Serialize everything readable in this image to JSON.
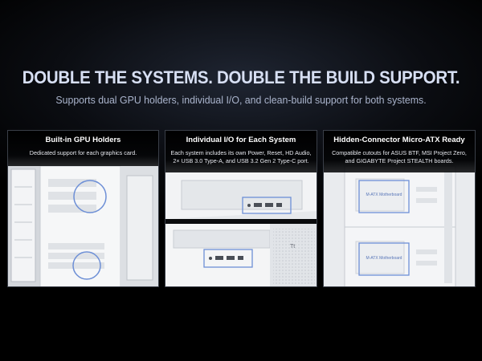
{
  "hero": {
    "headline": "DOUBLE THE SYSTEMS. DOUBLE THE BUILD SUPPORT.",
    "subline": "Supports dual GPU holders, individual I/O, and clean-build support for both systems."
  },
  "panels": [
    {
      "title": "Built-in GPU Holders",
      "text": "Dedicated support for each graphics card."
    },
    {
      "title": "Individual I/O for Each System",
      "text": "Each system includes its own Power, Reset, HD Audio, 2× USB 3.0 Type-A, and USB 3.2 Gen 2 Type-C port."
    },
    {
      "title": "Hidden-Connector Micro-ATX Ready",
      "text": "Compatible cutouts for ASUS BTF, MSI Project Zero, and GIGABYTE Project STEALTH boards.",
      "board_labels": [
        "M-ATX Motherboard",
        "M-ATX Motherboard"
      ]
    }
  ],
  "colors": {
    "headline": "#d7dff3",
    "accent_blue": "#6d8fd6",
    "case_white": "#eef0f3"
  }
}
